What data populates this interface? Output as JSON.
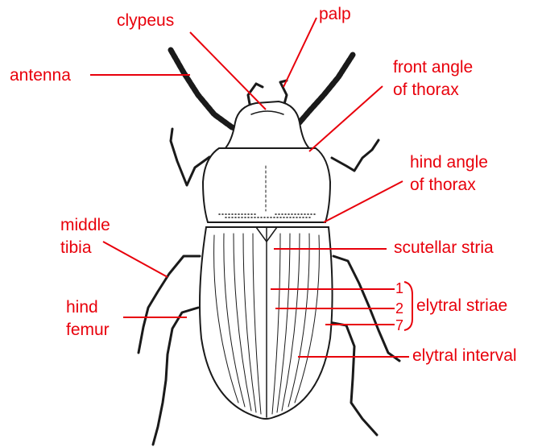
{
  "label_color": "#e8000b",
  "labels": {
    "clypeus": "clypeus",
    "palp": "palp",
    "antenna": "antenna",
    "front_angle_1": "front angle",
    "front_angle_2": "of thorax",
    "hind_angle_1": "hind angle",
    "hind_angle_2": "of thorax",
    "middle_tibia_1": "middle",
    "middle_tibia_2": "tibia",
    "scutellar_stria": "scutellar stria",
    "stria_1": "1",
    "stria_2": "2",
    "stria_7": "7",
    "elytral_striae": "elytral striae",
    "hind_femur_1": "hind",
    "hind_femur_2": "femur",
    "elytral_interval": "elytral interval"
  }
}
